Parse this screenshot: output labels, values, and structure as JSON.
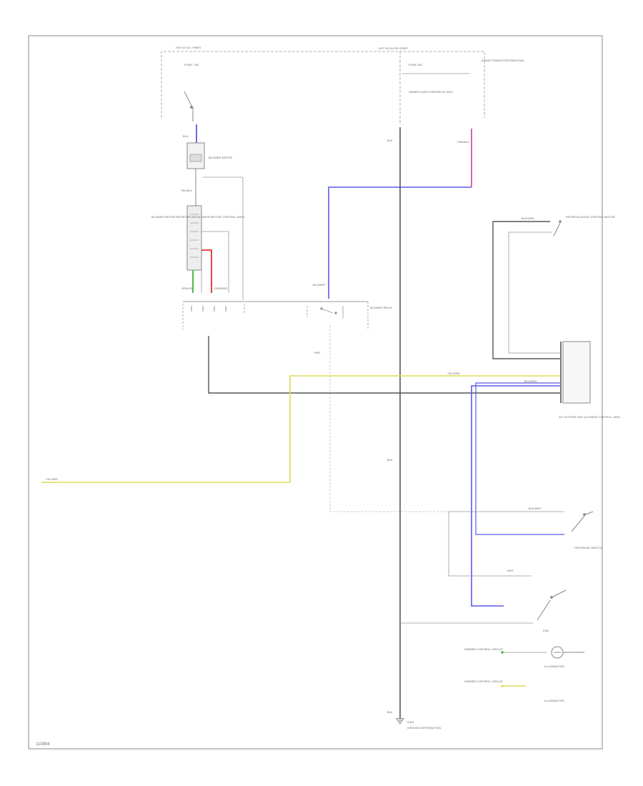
{
  "diagram_id": "110894",
  "hot_at_all_times_label": "HOT AT ALL TIMES",
  "hot_in_on_or_start_label": "HOT IN ON OR START",
  "top_fuse_label": "FUSE 7.5A",
  "upper_right_fuse_label": "FUSE 10A",
  "hand_power_label": "(HAND POWER DISTRIBUTION)",
  "dash_fuse_box_label": "UNDER DASH FUSE/RELAY BOX",
  "wire_codes": {
    "blu_top": "BLU",
    "yel_blk_1": "YEL/BLK",
    "blk_main": "BLK",
    "blk_mid": "BLK",
    "blk_bottom": "BLK",
    "wht_1": "WHT",
    "wht_2": "WHT",
    "pnk_blu": "PNK/BLU",
    "blu_red": "BLU/RED",
    "blu_wht": "BLU/WHT",
    "grn_yel": "GRN/YEL",
    "grn_red": "GRN/RED",
    "blk_wht": "BLK/WHT",
    "yel_red": "YEL/RED",
    "yel_grn": "YEL/GRN",
    "blk_grn": "BLK/GRN"
  },
  "components": {
    "blower_motor": "BLOWER MOTOR",
    "blower_resistor": "BLOWER MOTOR RESISTOR (OR BLOWER MOTOR CONTROL UNIT)",
    "blower_relay": "BLOWER RELAY",
    "recirc_control": "RECIRCULATION CONTROL MOTOR",
    "ac_control_unit": "A/C SYSTEM UNIT (CLIMATE CONTROL UNIT)",
    "pressure_switch": "PRESSURE SWITCH",
    "fan_switch": "FAN",
    "illumination_1": "ILLUMINATION",
    "illumination_2": "ILLUMINATION",
    "dimmer_1": "DIMMER CONTROL CIRCUIT",
    "dimmer_2": "DIMMER CONTROL CIRCUIT",
    "ground": "G401",
    "ground_note": "GROUND DISTRIBUTION"
  },
  "colors": {
    "frame": "#888888",
    "blk_wire": "#555555",
    "blu_wire": "#5a5aee",
    "pnk_wire": "#cc3f9a",
    "yel_wire": "#dddc5a",
    "red_wire": "#dd3030",
    "grn_wire": "#35b835",
    "thin_wire": "#999999"
  }
}
